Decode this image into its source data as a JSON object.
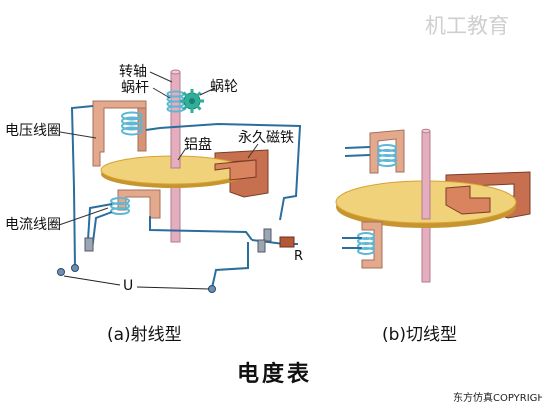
{
  "watermark": "机工教育",
  "title": "电度表",
  "copyright": "东方仿真COPYRIGHT",
  "diagram_a": {
    "caption": "(a)射线型",
    "labels": {
      "shaft": "转轴",
      "worm": "蜗杆",
      "worm_gear": "蜗轮",
      "voltage_coil": "电压线圈",
      "aluminum_disc": "铝盘",
      "permanent_magnet": "永久磁铁",
      "current_coil": "电流线圈",
      "resistor": "R",
      "voltage": "U"
    }
  },
  "diagram_b": {
    "caption": "(b)切线型"
  },
  "colors": {
    "wire": "#2a6e9e",
    "coil_frame": "#e3a98d",
    "coil_winding": "#5fb7d6",
    "disc": "#f0d27a",
    "disc_edge": "#d9a233",
    "shaft": "#e4aebe",
    "worm_gear": "#2fae9a"
  }
}
